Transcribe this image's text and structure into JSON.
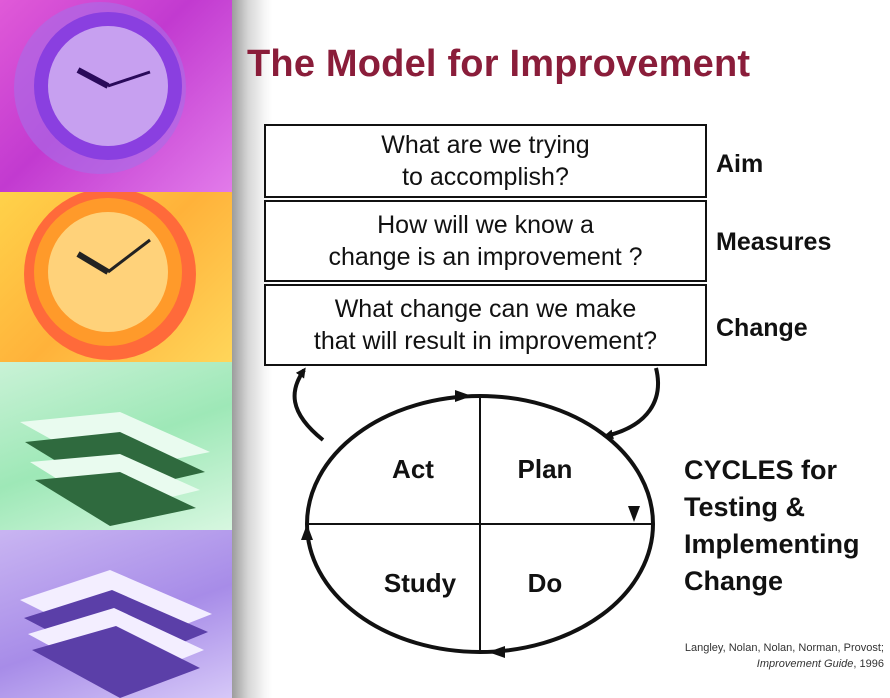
{
  "title": "The Model for Improvement",
  "questions": [
    {
      "text": "What are we trying\nto accomplish?",
      "label": "Aim"
    },
    {
      "text": "How will we know a\nchange is an improvement ?",
      "label": "Measures"
    },
    {
      "text": "What change can we make\nthat will result in improvement?",
      "label": "Change"
    }
  ],
  "cycle": {
    "quadrants": {
      "top_left": "Act",
      "top_right": "Plan",
      "bottom_left": "Study",
      "bottom_right": "Do"
    },
    "caption": [
      "CYCLES for",
      "Testing &",
      "Implementing",
      "Change"
    ]
  },
  "citation": {
    "authors": "Langley, Nolan, Nolan, Norman, Provost;",
    "book": "Improvement Guide",
    "year": ", 1996"
  },
  "colors": {
    "title": "#8a1d3a"
  },
  "icons": [
    "clock-image",
    "clock-image",
    "papers-image",
    "papers-image"
  ]
}
